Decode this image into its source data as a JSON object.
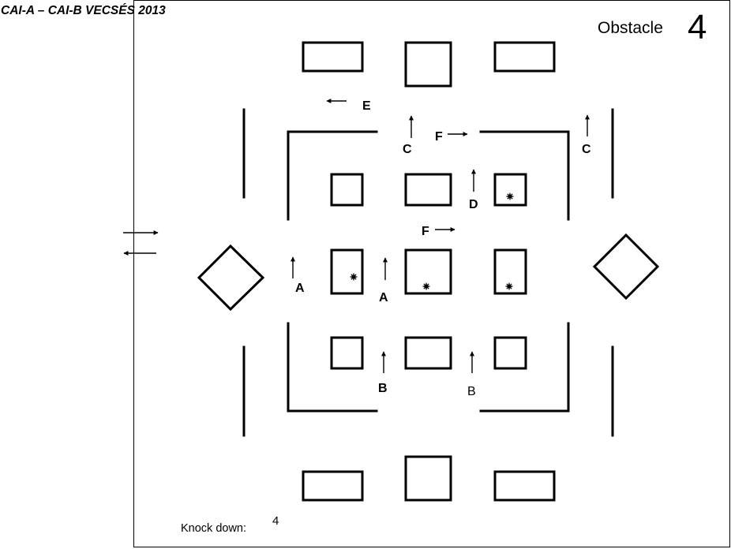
{
  "header": {
    "event_title": "CAI-A – CAI-B  VECSÉS  2013",
    "obstacle_label": "Obstacle",
    "obstacle_number": "4"
  },
  "footer": {
    "knock_down_label": "Knock down:",
    "knock_down_value": "4"
  },
  "gate_labels": {
    "e": "E",
    "c_center": "C",
    "f_top": "F",
    "c_right": "C",
    "d": "D",
    "f_middle": "F",
    "a_left": "A",
    "a_center": "A",
    "b_center": "B",
    "b_right": "B"
  }
}
